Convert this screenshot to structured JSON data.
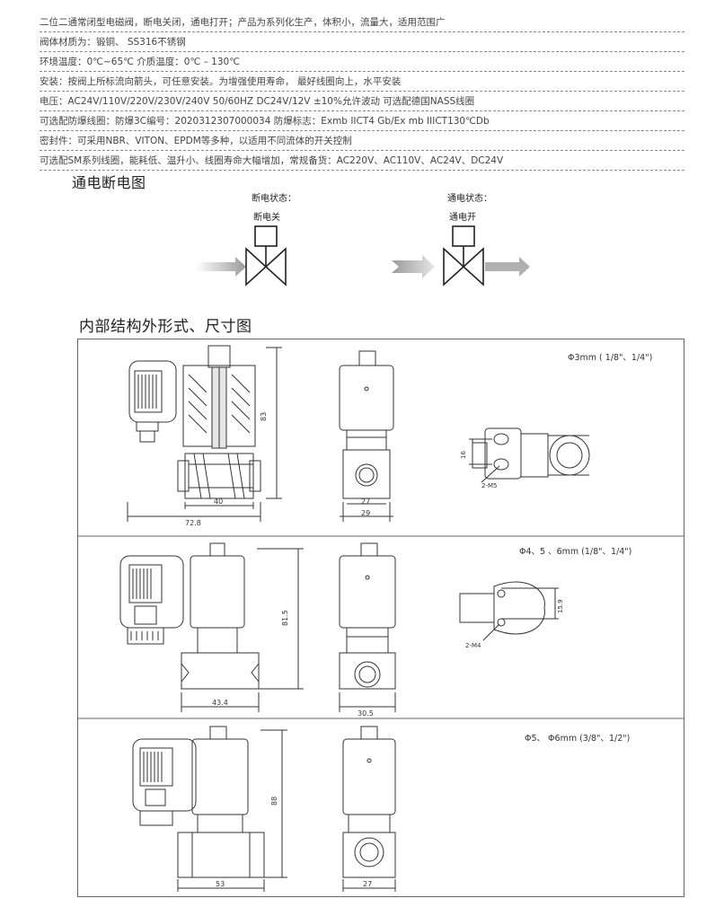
{
  "specs": [
    "二位二通常闭型电磁阀，断电关闭，通电打开；产品为系列化生产，体积小，流量大，适用范围广",
    "阀体材质为：锻铜、 SS316不锈钢",
    "环境温度：0℃~65℃      介质温度：0℃ – 130℃",
    "安装：按阀上所标流向箭头，可任意安装。为增强使用寿命，   最好线圈向上，水平安装",
    "电压：AC24V/110V/220V/230V/240V  50/60HZ  DC24V/12V     ±10%允许波动   可选配德国NASS线圈",
    "可选配防爆线圈：防爆3C编号：2020312307000034   防爆标志：Exmb IICT4 Gb/Ex mb IIICT130℃Db",
    "密封件：可采用NBR、VITON、EPDM等多种，以适用不同流体的开关控制",
    "可选配SM系列线圈，能耗低、温升小、线圈寿命大幅增加，常规备货：AC220V、AC110V、AC24V、DC24V"
  ],
  "power_diagram": {
    "title": "通电断电图",
    "off_state_label": "断电状态：",
    "off_state_value": "断电关",
    "on_state_label": "通电状态：",
    "on_state_value": "通电开"
  },
  "structure": {
    "title": "内部结构外形式、尺寸图",
    "rows": [
      {
        "size_label": "Φ3mm ( 1/8\"、1/4\")",
        "height": "83",
        "width_a": "40",
        "width_b": "72.8",
        "side_a": "27",
        "side_b": "29",
        "port_height": "16",
        "screw": "2-M5"
      },
      {
        "size_label": "Φ4、5 、6mm  (1/8\"、1/4\")",
        "height": "81.5",
        "width_a": "43.4",
        "side_a": "30.5",
        "port_height": "15.9",
        "screw": "2-M4"
      },
      {
        "size_label": "Φ5、  Φ6mm  (3/8\"、1/2\")",
        "height": "88",
        "width_a": "53",
        "side_a": "27"
      }
    ]
  },
  "colors": {
    "line": "#8a8a8a",
    "arrow_gray": "#a8a8a8",
    "drawing": "#333333"
  }
}
